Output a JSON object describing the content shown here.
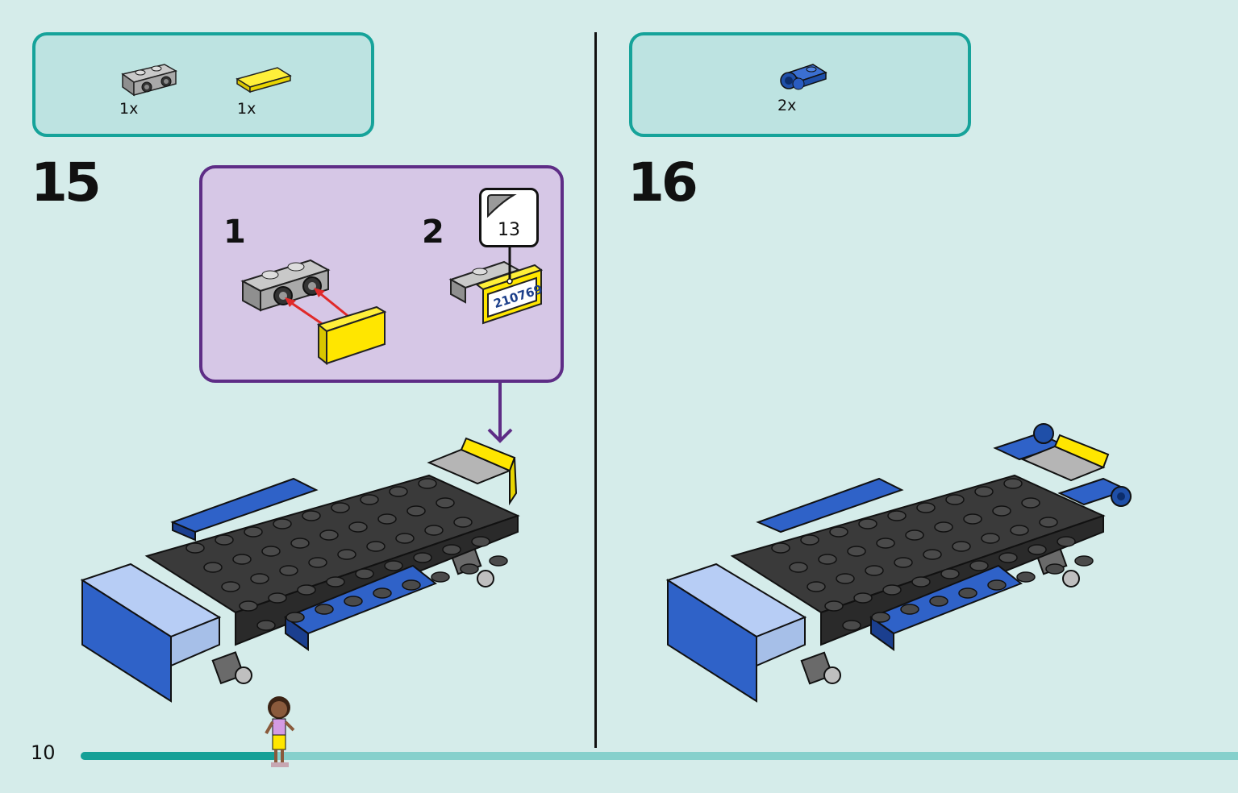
{
  "step15": {
    "number": "15",
    "parts": [
      {
        "icon": "gray-bracket-part-icon",
        "qty": "1x"
      },
      {
        "icon": "yellow-tile-part-icon",
        "qty": "1x"
      }
    ],
    "substeps": [
      {
        "number": "1"
      },
      {
        "number": "2",
        "sticker": "13",
        "plate_text": "210769"
      }
    ]
  },
  "step16": {
    "number": "16",
    "parts": [
      {
        "icon": "blue-wheel-holder-part-icon",
        "qty": "2x"
      }
    ]
  },
  "footer": {
    "page_number": "10",
    "progress": 0.17
  },
  "colors": {
    "background": "#d5ecea",
    "parts_box_border": "#16a39a",
    "substep_box_border": "#5e2d86",
    "progress_fill": "#15a097"
  }
}
